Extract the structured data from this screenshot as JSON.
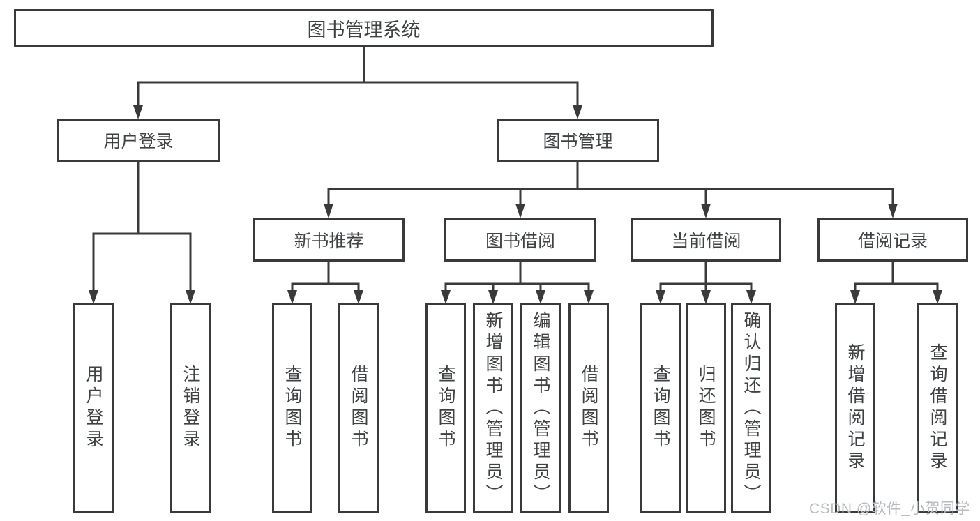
{
  "nodes": {
    "root": {
      "label": "图书管理系统"
    },
    "branches": [
      {
        "label": "用户登录"
      },
      {
        "label": "图书管理"
      }
    ],
    "modules": [
      {
        "label": "新书推荐",
        "parent": "图书管理"
      },
      {
        "label": "图书借阅",
        "parent": "图书管理"
      },
      {
        "label": "当前借阅",
        "parent": "图书管理"
      },
      {
        "label": "借阅记录",
        "parent": "图书管理"
      }
    ],
    "leaves": [
      {
        "label": "用户登录",
        "parent": "用户登录"
      },
      {
        "label": "注销登录",
        "parent": "用户登录"
      },
      {
        "label": "查询图书",
        "parent": "新书推荐"
      },
      {
        "label": "借阅图书",
        "parent": "新书推荐"
      },
      {
        "label": "查询图书",
        "parent": "图书借阅"
      },
      {
        "label": "新增图书（管理员）",
        "parent": "图书借阅"
      },
      {
        "label": "编辑图书（管理员）",
        "parent": "图书借阅"
      },
      {
        "label": "借阅图书",
        "parent": "图书借阅"
      },
      {
        "label": "查询图书",
        "parent": "当前借阅"
      },
      {
        "label": "归还图书",
        "parent": "当前借阅"
      },
      {
        "label": "确认归还（管理员）",
        "parent": "当前借阅"
      },
      {
        "label": "新增借阅记录",
        "parent": "借阅记录"
      },
      {
        "label": "查询借阅记录",
        "parent": "借阅记录"
      }
    ]
  },
  "watermark": "CSDN @软件_小贺同学",
  "colors": {
    "line": "#3a3a3a",
    "text": "#3f4245",
    "watermark": "#b8bcc1",
    "background": "#ffffff"
  }
}
